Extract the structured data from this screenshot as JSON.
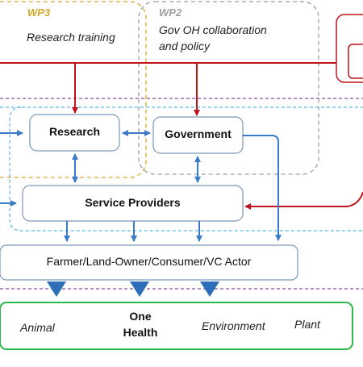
{
  "colors": {
    "wp3": "#D4A62A",
    "wp2": "#9E9E9E",
    "red": "#C0141C",
    "blue": "#3A7BC8",
    "purple": "#8A4FA8",
    "lightblue": "#55B6E6",
    "green": "#2DB84A",
    "node_border": "#7A96B8",
    "triangle": "#2E6DB8"
  },
  "wp3": {
    "title": "WP3",
    "subtitle": "Research training"
  },
  "wp2": {
    "title": "WP2",
    "subtitle_line1": "Gov  OH collaboration",
    "subtitle_line2": "and policy"
  },
  "nodes": {
    "research": "Research",
    "government": "Government",
    "service_providers": "Service Providers",
    "actors": "Farmer/Land-Owner/Consumer/VC Actor"
  },
  "one_health": {
    "animal": "Animal",
    "one": "One",
    "health": "Health",
    "environment": "Environment",
    "plant": "Plant"
  }
}
